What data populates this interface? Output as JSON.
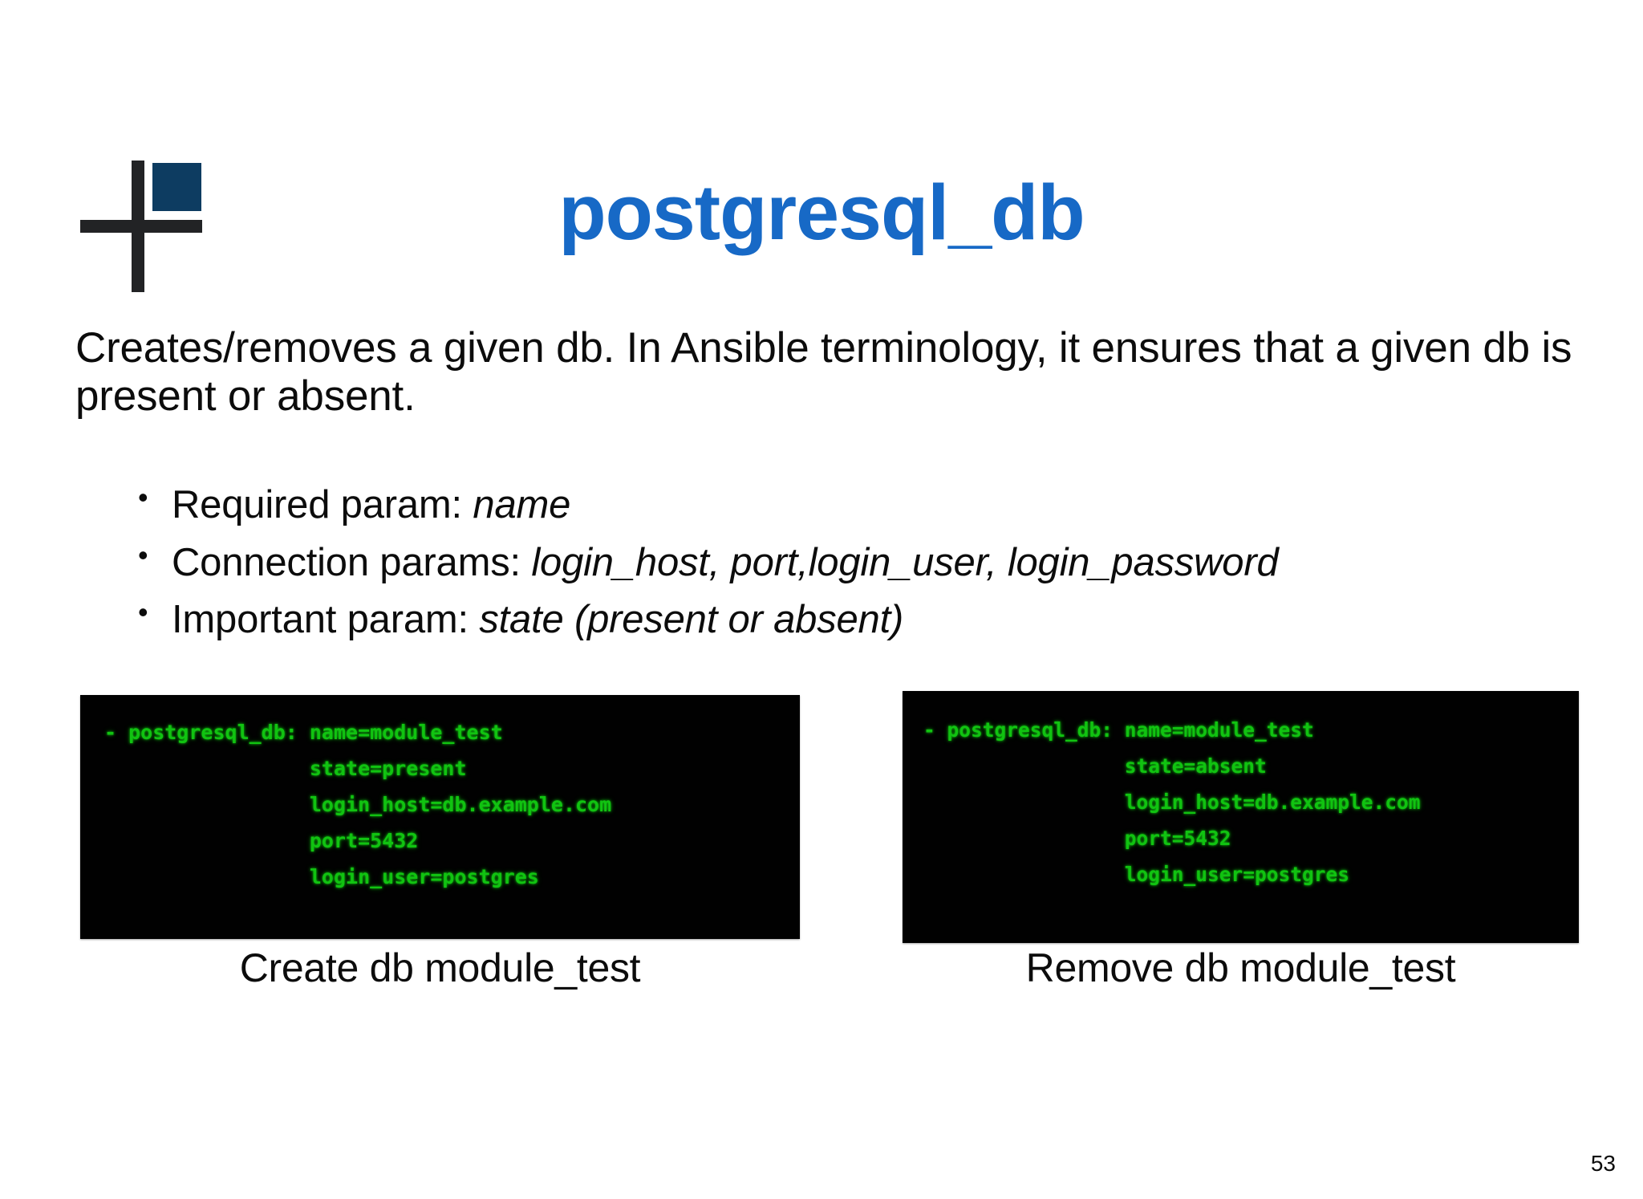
{
  "slide": {
    "title": "postgresql_db",
    "title_color": "#1769c6",
    "page_number": "53",
    "background": "#ffffff"
  },
  "logo": {
    "name": "plus-square-logo",
    "cross_color": "#222325",
    "square_color": "#0d3c61"
  },
  "intro": {
    "text": "Creates/removes a given db.  In Ansible terminology, it ensures that a given db is present or absent."
  },
  "bullets": [
    {
      "marker": "•",
      "label": "Required param: ",
      "emphasis": "name"
    },
    {
      "marker": "•",
      "label": "Connection params: ",
      "emphasis": "login_host, port,login_user, login_password"
    },
    {
      "marker": "•",
      "label": "Important param: ",
      "emphasis": "state (present or absent)"
    }
  ],
  "examples": [
    {
      "id": "create",
      "caption": "Create db module_test",
      "terminal_bg": "#010101",
      "terminal_fg": "#11c311",
      "code": "- postgresql_db: name=module_test\n                 state=present\n                 login_host=db.example.com\n                 port=5432\n                 login_user=postgres"
    },
    {
      "id": "remove",
      "caption": "Remove db module_test",
      "terminal_bg": "#010101",
      "terminal_fg": "#11c311",
      "code": "- postgresql_db: name=module_test\n                 state=absent\n                 login_host=db.example.com\n                 port=5432\n                 login_user=postgres"
    }
  ]
}
